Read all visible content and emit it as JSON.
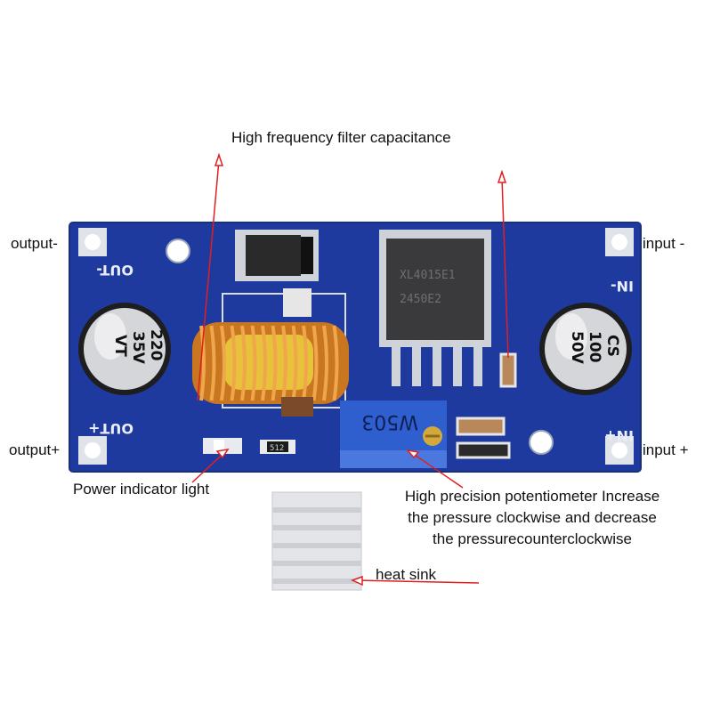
{
  "labels": {
    "filter_cap": "High frequency filter capacitance",
    "output_minus": "output-",
    "output_plus": "output+",
    "input_minus": "input -",
    "input_plus": "input +",
    "power_light": "Power indicator light",
    "pot_line1": "High precision potentiometer Increase",
    "pot_line2": "the pressure clockwise and decrease",
    "pot_line3": "the pressurecounterclockwise",
    "heat_sink": "heat sink"
  },
  "board_silkscreen": {
    "out_minus": "OUT-",
    "out_plus": "OUT+",
    "in_minus": "IN-",
    "in_plus": "IN+",
    "cap_left": [
      "220",
      "35V",
      "VT"
    ],
    "cap_right": [
      "CS",
      "100",
      "50V"
    ],
    "pot_marking": "W503",
    "chip_marking": [
      "XL4015E1",
      "2450E2"
    ],
    "resistor": "512"
  },
  "colors": {
    "pcb": "#1f3a9e",
    "arrow": "#e02020",
    "copper": "#d9892e"
  }
}
